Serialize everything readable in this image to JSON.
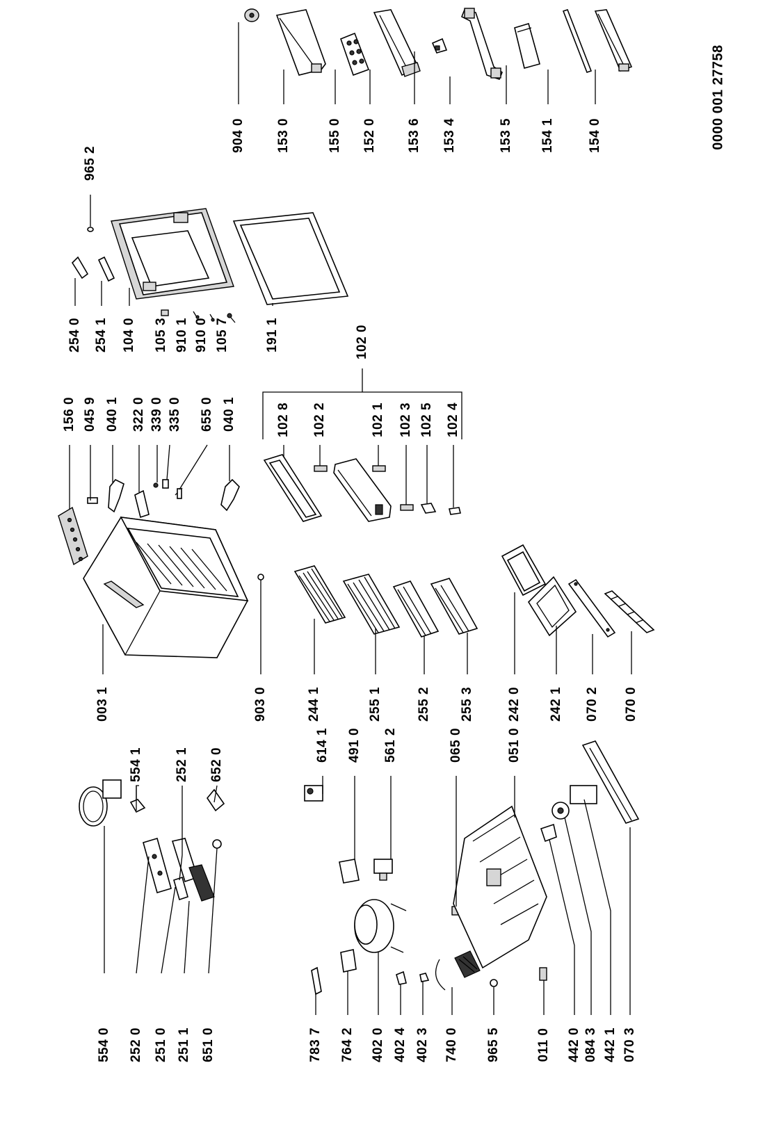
{
  "document_number": "0000 001 27758",
  "groups": [
    {
      "name": "right-accessories",
      "labels": [
        "904 0",
        "153 0",
        "155 0",
        "152 0",
        "153 6",
        "153 4",
        "153 5",
        "154 1",
        "154 0",
        "965 2"
      ]
    },
    {
      "name": "door",
      "labels": [
        "254 0",
        "254 1",
        "104 0",
        "105 3",
        "910 1",
        "910 0",
        "105 7",
        "191 1"
      ]
    },
    {
      "name": "cabinet-hardware",
      "labels": [
        "156 0",
        "045 9",
        "040 1",
        "322 0",
        "339 0",
        "335 0",
        "655 0",
        "040 1"
      ]
    },
    {
      "name": "freezer-assembly",
      "labels": [
        "102 0",
        "102 8",
        "102 2",
        "102 1",
        "102 3",
        "102 5",
        "102 4"
      ]
    },
    {
      "name": "cabinet",
      "labels": [
        "003 1",
        "554 1",
        "252 1",
        "652 0",
        "903 0"
      ]
    },
    {
      "name": "shelves",
      "labels": [
        "244 1",
        "255 1",
        "255 2",
        "255 3"
      ]
    },
    {
      "name": "crispers",
      "labels": [
        "242 0",
        "242 1",
        "070 2",
        "070 0"
      ]
    },
    {
      "name": "controls",
      "labels": [
        "554 0",
        "252 0",
        "251 0",
        "251 1",
        "651 0"
      ]
    },
    {
      "name": "electrical",
      "labels": [
        "614 1",
        "491 0",
        "561 2",
        "065 0",
        "051 0"
      ]
    },
    {
      "name": "compressor-group",
      "labels": [
        "783 7",
        "764 2",
        "402 0",
        "402 4",
        "402 3",
        "740 0",
        "965 5",
        "011 0",
        "442 0",
        "084 3",
        "442 1",
        "070 3"
      ]
    }
  ]
}
